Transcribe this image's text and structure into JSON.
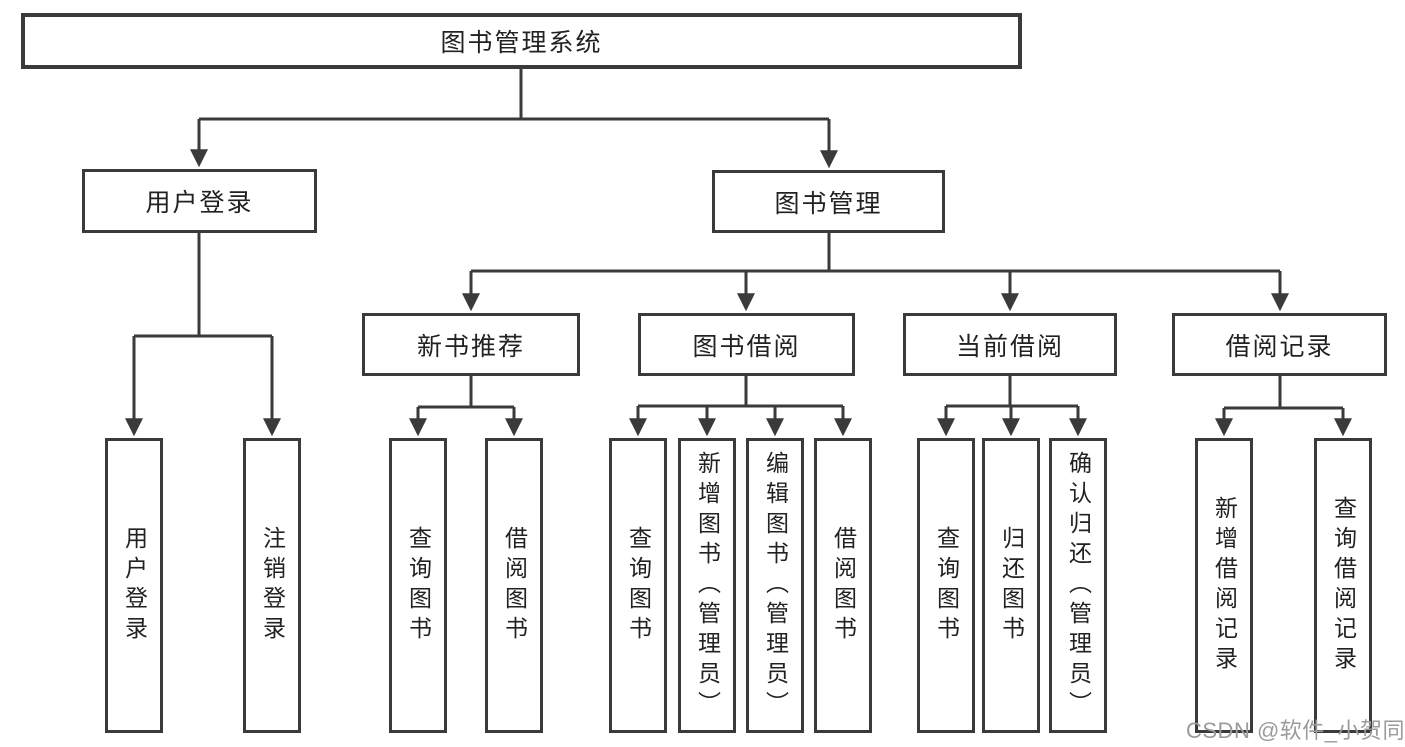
{
  "colors": {
    "background": "#ffffff",
    "line": "#3a3a3a",
    "box_border": "#3a3a3a",
    "text": "#222222",
    "watermark": "#9b9b9b"
  },
  "diagram": {
    "type": "tree",
    "root": {
      "label": "图书管理系统"
    },
    "branches": [
      {
        "label": "用户登录",
        "children": [
          {
            "label": "用户登录"
          },
          {
            "label": "注销登录"
          }
        ]
      },
      {
        "label": "图书管理",
        "children": [
          {
            "label": "新书推荐",
            "children": [
              {
                "label": "查询图书"
              },
              {
                "label": "借阅图书"
              }
            ]
          },
          {
            "label": "图书借阅",
            "children": [
              {
                "label": "查询图书"
              },
              {
                "label": "新增图书（管理员）"
              },
              {
                "label": "编辑图书（管理员）"
              },
              {
                "label": "借阅图书"
              }
            ]
          },
          {
            "label": "当前借阅",
            "children": [
              {
                "label": "查询图书"
              },
              {
                "label": "归还图书"
              },
              {
                "label": "确认归还（管理员）"
              }
            ]
          },
          {
            "label": "借阅记录",
            "children": [
              {
                "label": "新增借阅记录"
              },
              {
                "label": "查询借阅记录"
              }
            ]
          }
        ]
      }
    ]
  },
  "watermark": {
    "text": "CSDN @软件_小贺同学"
  }
}
